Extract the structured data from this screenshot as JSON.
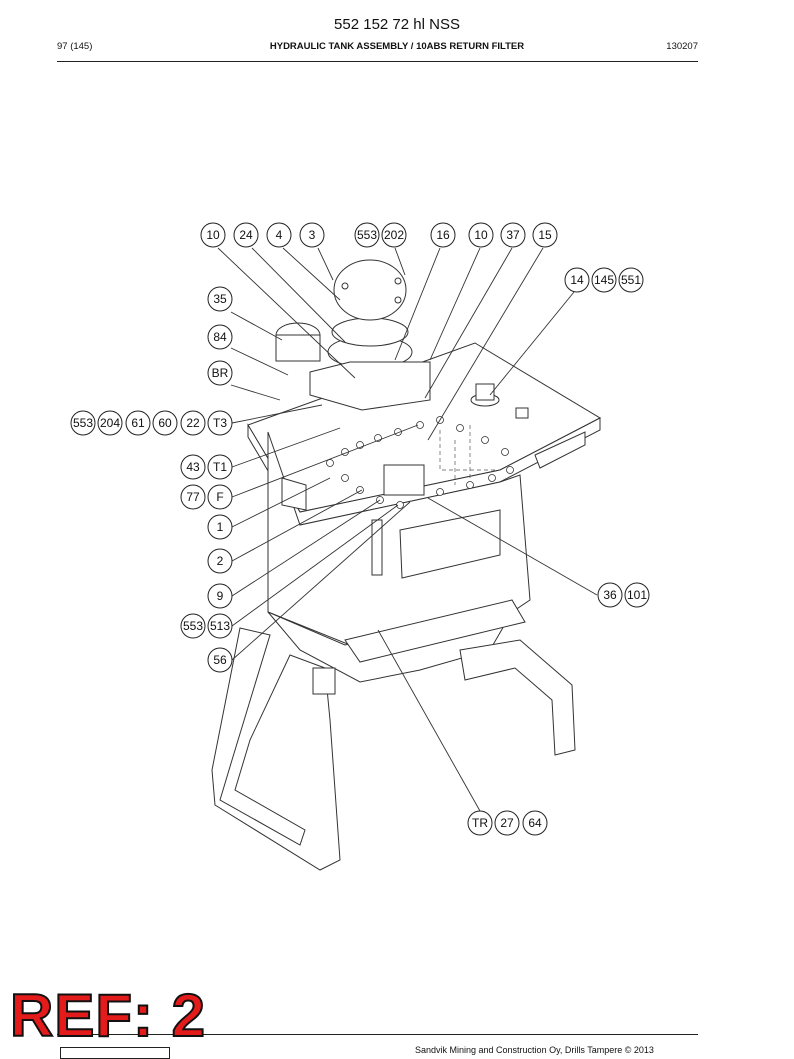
{
  "header": {
    "doc_title": "552 152 72 hl NSS",
    "page_number": "97 (145)",
    "section_title": "HYDRAULIC TANK ASSEMBLY / 10ABS RETURN FILTER",
    "doc_code": "130207"
  },
  "callouts": [
    {
      "id": "c-10a",
      "label": "10"
    },
    {
      "id": "c-24",
      "label": "24"
    },
    {
      "id": "c-4",
      "label": "4"
    },
    {
      "id": "c-3",
      "label": "3"
    },
    {
      "id": "c-553a",
      "label": "553"
    },
    {
      "id": "c-202",
      "label": "202"
    },
    {
      "id": "c-16",
      "label": "16"
    },
    {
      "id": "c-10b",
      "label": "10"
    },
    {
      "id": "c-37",
      "label": "37"
    },
    {
      "id": "c-15",
      "label": "15"
    },
    {
      "id": "c-14",
      "label": "14"
    },
    {
      "id": "c-145",
      "label": "145"
    },
    {
      "id": "c-551",
      "label": "551"
    },
    {
      "id": "c-35",
      "label": "35"
    },
    {
      "id": "c-84",
      "label": "84"
    },
    {
      "id": "c-BR",
      "label": "BR"
    },
    {
      "id": "c-553b",
      "label": "553"
    },
    {
      "id": "c-204",
      "label": "204"
    },
    {
      "id": "c-61",
      "label": "61"
    },
    {
      "id": "c-60",
      "label": "60"
    },
    {
      "id": "c-22",
      "label": "22"
    },
    {
      "id": "c-T3",
      "label": "T3"
    },
    {
      "id": "c-43",
      "label": "43"
    },
    {
      "id": "c-T1",
      "label": "T1"
    },
    {
      "id": "c-77",
      "label": "77"
    },
    {
      "id": "c-F",
      "label": "F"
    },
    {
      "id": "c-1",
      "label": "1"
    },
    {
      "id": "c-2",
      "label": "2"
    },
    {
      "id": "c-9",
      "label": "9"
    },
    {
      "id": "c-553c",
      "label": "553"
    },
    {
      "id": "c-513",
      "label": "513"
    },
    {
      "id": "c-56",
      "label": "56"
    },
    {
      "id": "c-36",
      "label": "36"
    },
    {
      "id": "c-101",
      "label": "101"
    },
    {
      "id": "c-TR",
      "label": "TR"
    },
    {
      "id": "c-27",
      "label": "27"
    },
    {
      "id": "c-64",
      "label": "64"
    }
  ],
  "stamp": {
    "text": "REF: 2"
  },
  "footer": {
    "copyright": "Sandvik Mining and Construction Oy, Drills Tampere © 2013"
  }
}
